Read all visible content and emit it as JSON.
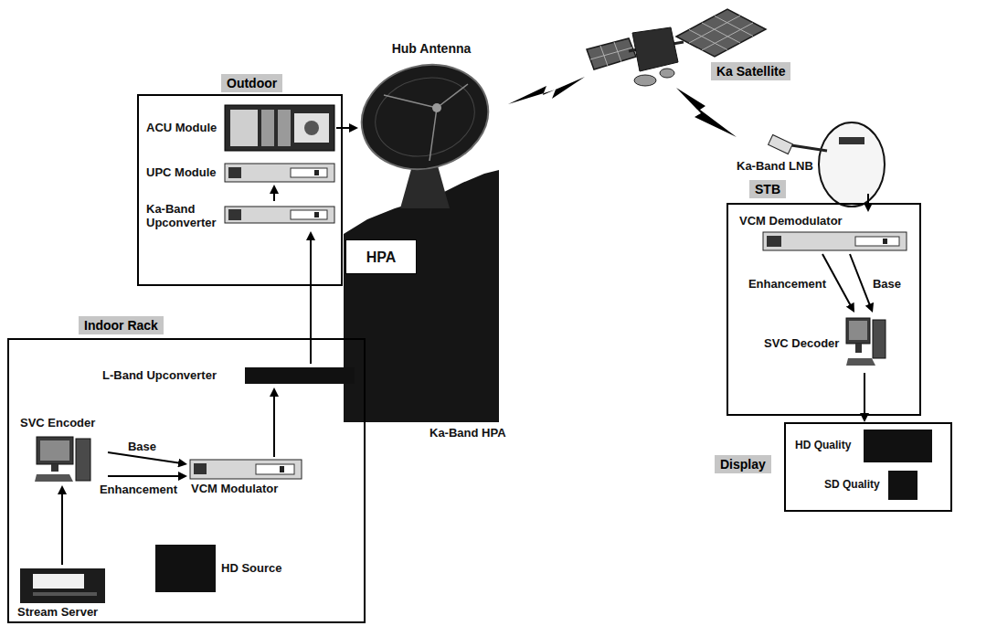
{
  "diagram": {
    "nodes": [
      {
        "text": [
          "Outdoor"
        ]
      },
      {
        "text": [
          "ACU Module"
        ],
        "in": 0
      },
      {
        "text": [
          "UPC Module"
        ],
        "in": 0
      },
      {
        "text": [
          "Ka-Band Upconverter"
        ],
        "in": 0
      },
      {
        "text": [
          "Hub Antenna"
        ]
      },
      {
        "text": [
          "HPA"
        ]
      },
      {
        "text": [
          "Indoor Rack"
        ]
      },
      {
        "text": [
          "L-Band Upconverter"
        ],
        "in": 6
      },
      {
        "text": [
          "SVC Encoder"
        ],
        "in": 6
      },
      {
        "text": [
          "VCM Modulator"
        ],
        "in": 6
      },
      {
        "text": [
          "Stream Server"
        ],
        "in": 6
      },
      {
        "text": [
          "HD Source"
        ],
        "in": 6
      },
      {
        "text": [
          "Ka-Band LNB"
        ]
      },
      {
        "text": [
          "STB"
        ]
      },
      {
        "text": [
          "VCM Demodulator"
        ],
        "in": 13
      },
      {
        "text": [
          "SVC Decoder"
        ],
        "in": 13
      },
      {
        "text": [
          "Display"
        ]
      },
      {
        "text": [
          "HD Quality"
        ],
        "in": 16
      },
      {
        "text": [
          "SD Quality"
        ],
        "in": 16
      }
    ],
    "edges": [
      {
        "from": 1,
        "to": 4,
        "arrow": "to"
      },
      {
        "from": 3,
        "to": 2,
        "arrow": "to"
      },
      {
        "from": 7,
        "to": 3,
        "arrow": "to"
      },
      {
        "from": 9,
        "to": 7,
        "arrow": "to"
      },
      {
        "from": 8,
        "to": 9,
        "label": "Base",
        "arrow": "to"
      },
      {
        "from": 8,
        "to": 9,
        "label": "Enhancement",
        "arrow": "to"
      },
      {
        "from": 10,
        "to": 8,
        "arrow": "to"
      },
      {
        "from": 12,
        "to": 14,
        "arrow": "to"
      },
      {
        "from": 14,
        "to": 15,
        "label": "Enhancement",
        "arrow": "to"
      },
      {
        "from": 14,
        "to": 15,
        "label": "Base",
        "arrow": "to"
      },
      {
        "from": 15,
        "to": 16,
        "arrow": "to"
      }
    ],
    "labels": [
      "Ka Satellite",
      "Ka-Band HPA"
    ]
  }
}
